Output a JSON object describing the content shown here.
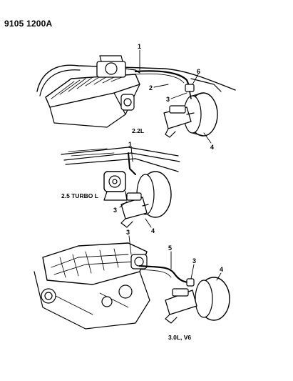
{
  "doc_code": "9105 1200A",
  "views": [
    {
      "caption": "2.2L",
      "callouts": [
        "1",
        "2",
        "3",
        "4",
        "6"
      ]
    },
    {
      "caption": "2.5 TURBO L",
      "callouts": [
        "1",
        "3",
        "4"
      ]
    },
    {
      "caption": "3.0L, V6",
      "callouts": [
        "3",
        "5",
        "3",
        "4"
      ]
    }
  ]
}
